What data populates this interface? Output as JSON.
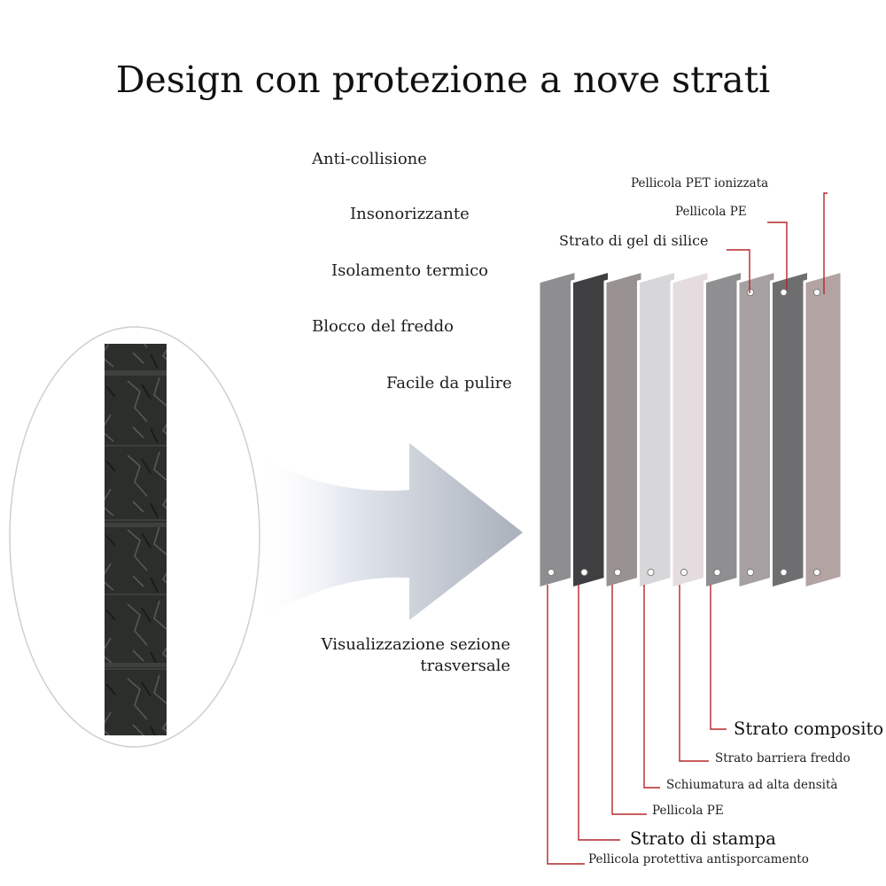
{
  "title": "Design con protezione a nove strati",
  "features": [
    "Anti-collisione",
    "Insonorizzante",
    "Isolamento termico",
    "Blocco del freddo",
    "Facile da pulire"
  ],
  "caption": {
    "line1": "Visualizzazione sezione",
    "line2": "trasversale"
  },
  "top_labels": [
    "Pellicola PET ionizzata",
    "Pellicola PE",
    "Strato di gel di silice"
  ],
  "bottom_labels": [
    "Strato composito",
    "Strato barriera freddo",
    "Schiumatura ad alta densità",
    "Pellicola PE",
    "Strato di stampa",
    "Pellicola protettiva antisporcamento"
  ],
  "colors": {
    "leader_line": "#b5262a",
    "layers": [
      "#8e8e90",
      "#3f3f42",
      "#9a9191",
      "#d7d7d9",
      "#e4dcde",
      "#8f8f91",
      "#a7a0a2",
      "#6e6e71",
      "#b3a3a3"
    ]
  }
}
